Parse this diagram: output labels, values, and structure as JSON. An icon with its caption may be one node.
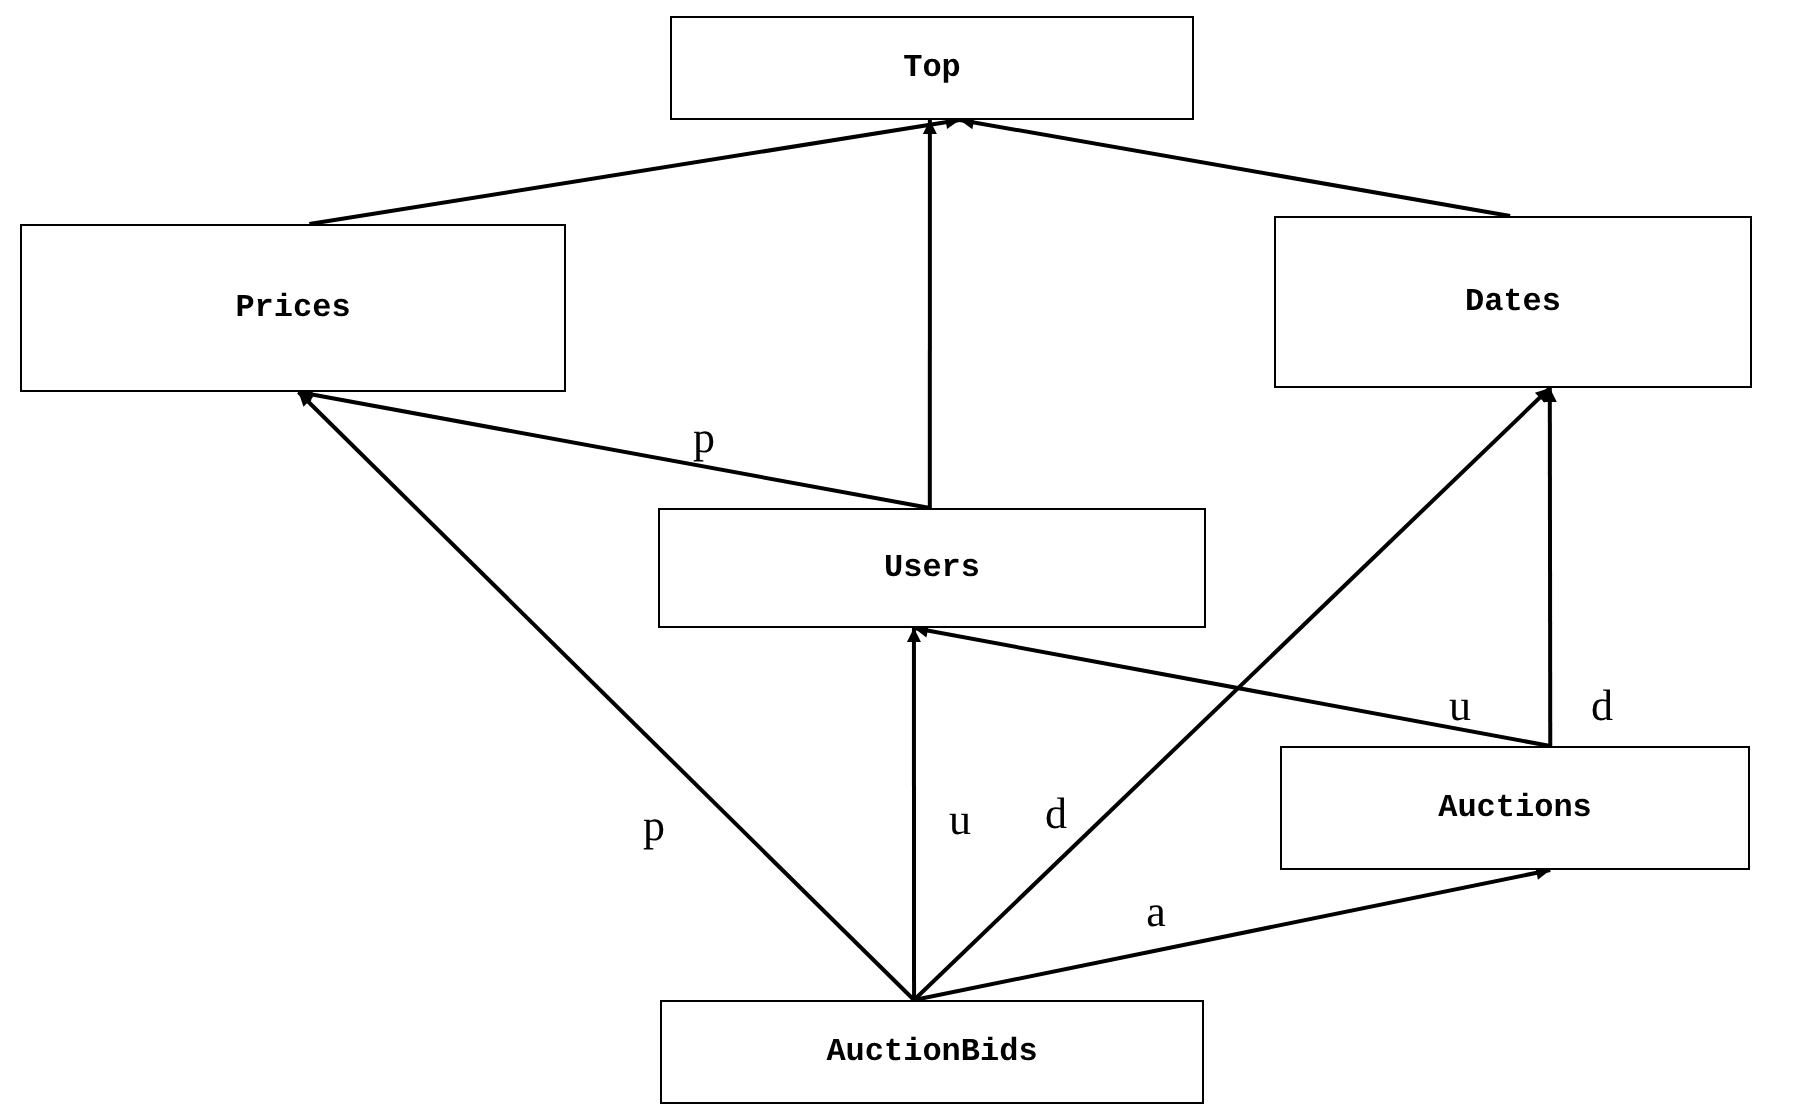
{
  "diagram": {
    "nodes": [
      {
        "text": [
          "Top"
        ]
      },
      {
        "text": [
          "Prices"
        ]
      },
      {
        "text": [
          "Dates"
        ]
      },
      {
        "text": [
          "Users"
        ]
      },
      {
        "text": [
          "Auctions"
        ]
      },
      {
        "text": [
          "AuctionBids"
        ]
      }
    ],
    "edges": [
      {
        "from": 1,
        "to": 0,
        "arrow": "to"
      },
      {
        "from": 3,
        "to": 0,
        "arrow": "to"
      },
      {
        "from": 2,
        "to": 0,
        "arrow": "to"
      },
      {
        "from": 3,
        "to": 1,
        "arrow": "to",
        "label": "p"
      },
      {
        "from": 5,
        "to": 1,
        "arrow": "to",
        "label": "p"
      },
      {
        "from": 5,
        "to": 3,
        "arrow": "to",
        "label": "u"
      },
      {
        "from": 5,
        "to": 2,
        "arrow": "to",
        "label": "d"
      },
      {
        "from": 5,
        "to": 4,
        "arrow": "to",
        "label": "a"
      },
      {
        "from": 4,
        "to": 3,
        "arrow": "to",
        "label": "u"
      },
      {
        "from": 4,
        "to": 2,
        "arrow": "to",
        "label": "d"
      }
    ]
  }
}
